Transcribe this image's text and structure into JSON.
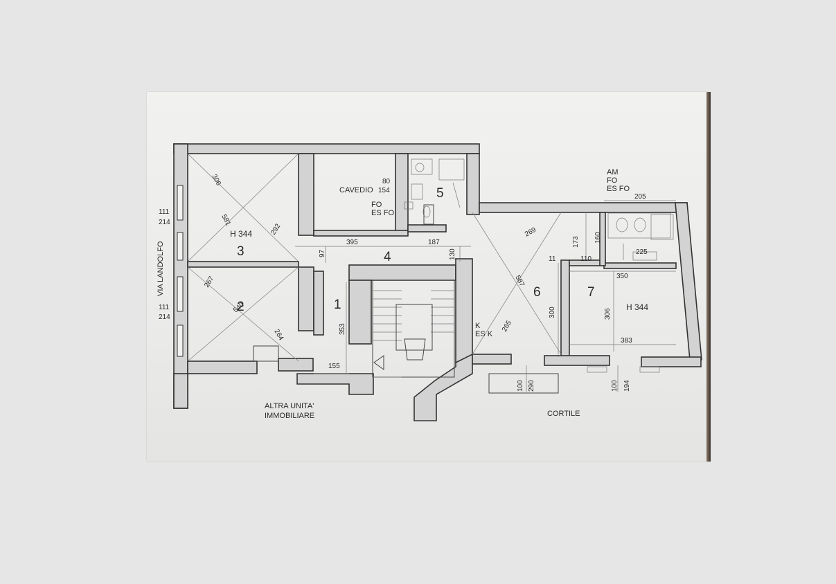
{
  "plan": {
    "rooms": [
      {
        "id": "1",
        "label": "1"
      },
      {
        "id": "2",
        "label": "2"
      },
      {
        "id": "3",
        "label": "3"
      },
      {
        "id": "4",
        "label": "4"
      },
      {
        "id": "5",
        "label": "5"
      },
      {
        "id": "6",
        "label": "6"
      },
      {
        "id": "7",
        "label": "7"
      }
    ],
    "heights": {
      "room3": "H 344",
      "room7": "H 344"
    },
    "text_labels": {
      "cavedio": "CAVEDIO",
      "fo_5": "FO",
      "esfo_5": "ES FO",
      "am": "AM",
      "fo_bath": "FO",
      "esfo_bath": "ES FO",
      "k": "K",
      "esk": "ES K",
      "street": "VIA LANDOLFO",
      "neighbor_line1": "ALTRA UNITA'",
      "neighbor_line2": "IMMOBILIARE",
      "courtyard": "CORTILE"
    },
    "dimensions": {
      "d306a": "306",
      "d581": "581",
      "d292": "292",
      "d267": "267",
      "d540": "540",
      "d264": "264",
      "d80": "80",
      "d154": "154",
      "d97": "97",
      "d395": "395",
      "d187": "187",
      "d130": "130",
      "d353": "353",
      "d155": "155",
      "d269": "269",
      "d587": "587",
      "d265": "265",
      "d300": "300",
      "d173": "173",
      "d160": "160",
      "d11": "11",
      "d110": "110",
      "d205": "205",
      "d225": "225",
      "d350": "350",
      "d306b": "306",
      "d383": "383",
      "d100a": "100",
      "d290": "290",
      "d100b": "100",
      "d194": "194",
      "w111a": "111",
      "w214a": "214",
      "w111b": "111",
      "w214b": "214"
    }
  }
}
